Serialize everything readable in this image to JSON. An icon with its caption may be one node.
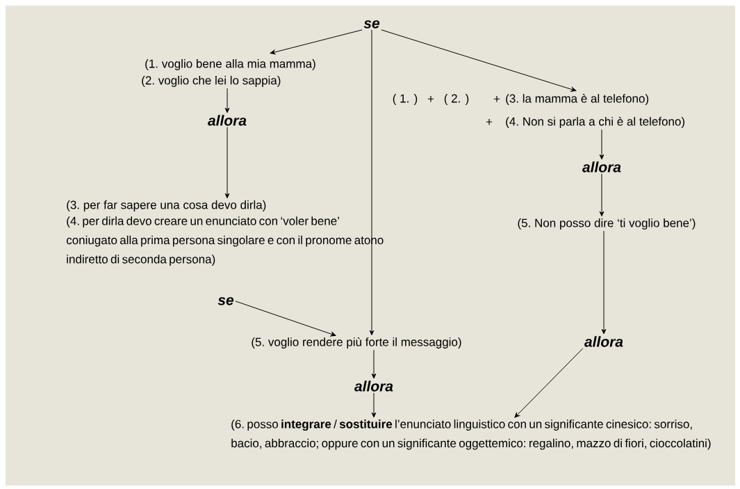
{
  "diagram": {
    "nodes": [
      {
        "text": [
          "se"
        ]
      },
      {
        "text": [
          "(1. voglio bene alla mia mamma)"
        ]
      },
      {
        "text": [
          "(2. voglio che lei lo sappia)"
        ]
      },
      {
        "text": [
          "allora"
        ]
      },
      {
        "text": [
          "(3. per far sapere una cosa devo dirla)"
        ]
      },
      {
        "text": [
          "(4. per dirla devo creare un enunciato con ‘voler bene’ coniugato alla prima persona singolare e con il pronome atono indiretto di seconda persona)"
        ]
      },
      {
        "text": [
          "(3. la mamma è al telefono)"
        ]
      },
      {
        "text": [
          "(4. Non si parla a chi è al telefono)"
        ]
      },
      {
        "text": [
          "allora"
        ]
      },
      {
        "text": [
          "(5. Non posso dire ‘ti voglio bene’)"
        ]
      },
      {
        "text": [
          "allora"
        ]
      },
      {
        "text": [
          "se"
        ]
      },
      {
        "text": [
          "(5. voglio rendere più forte il messaggio)"
        ]
      },
      {
        "text": [
          "allora"
        ]
      },
      {
        "text": [
          "(6. posso **integrare** / **sostituire** l’enunciato linguistico con un significante cinesico: sorriso, bacio, abbraccio; oppure con un significante oggettemico: regalino, mazzo di fiori, cioccolatini)"
        ]
      }
    ],
    "edges": [
      {
        "from": 0,
        "to": 1,
        "arrow": "to"
      },
      {
        "from": 0,
        "to": 12,
        "arrow": "to"
      },
      {
        "from": 0,
        "to": 6,
        "arrow": "to"
      },
      {
        "from": 2,
        "to": 3,
        "arrow": "to"
      },
      {
        "from": 3,
        "to": 4,
        "arrow": "to"
      },
      {
        "from": 7,
        "to": 8,
        "arrow": "to"
      },
      {
        "from": 8,
        "to": 9,
        "arrow": "to"
      },
      {
        "from": 9,
        "to": 10,
        "arrow": "to"
      },
      {
        "from": 11,
        "to": 12,
        "arrow": "to"
      },
      {
        "from": 12,
        "to": 13,
        "arrow": "to"
      },
      {
        "from": 13,
        "to": 14,
        "arrow": "to"
      },
      {
        "from": 10,
        "to": 14,
        "arrow": "to"
      }
    ],
    "labels": [
      "( 1. )",
      "+",
      "( 2. )",
      "+",
      "+"
    ]
  }
}
